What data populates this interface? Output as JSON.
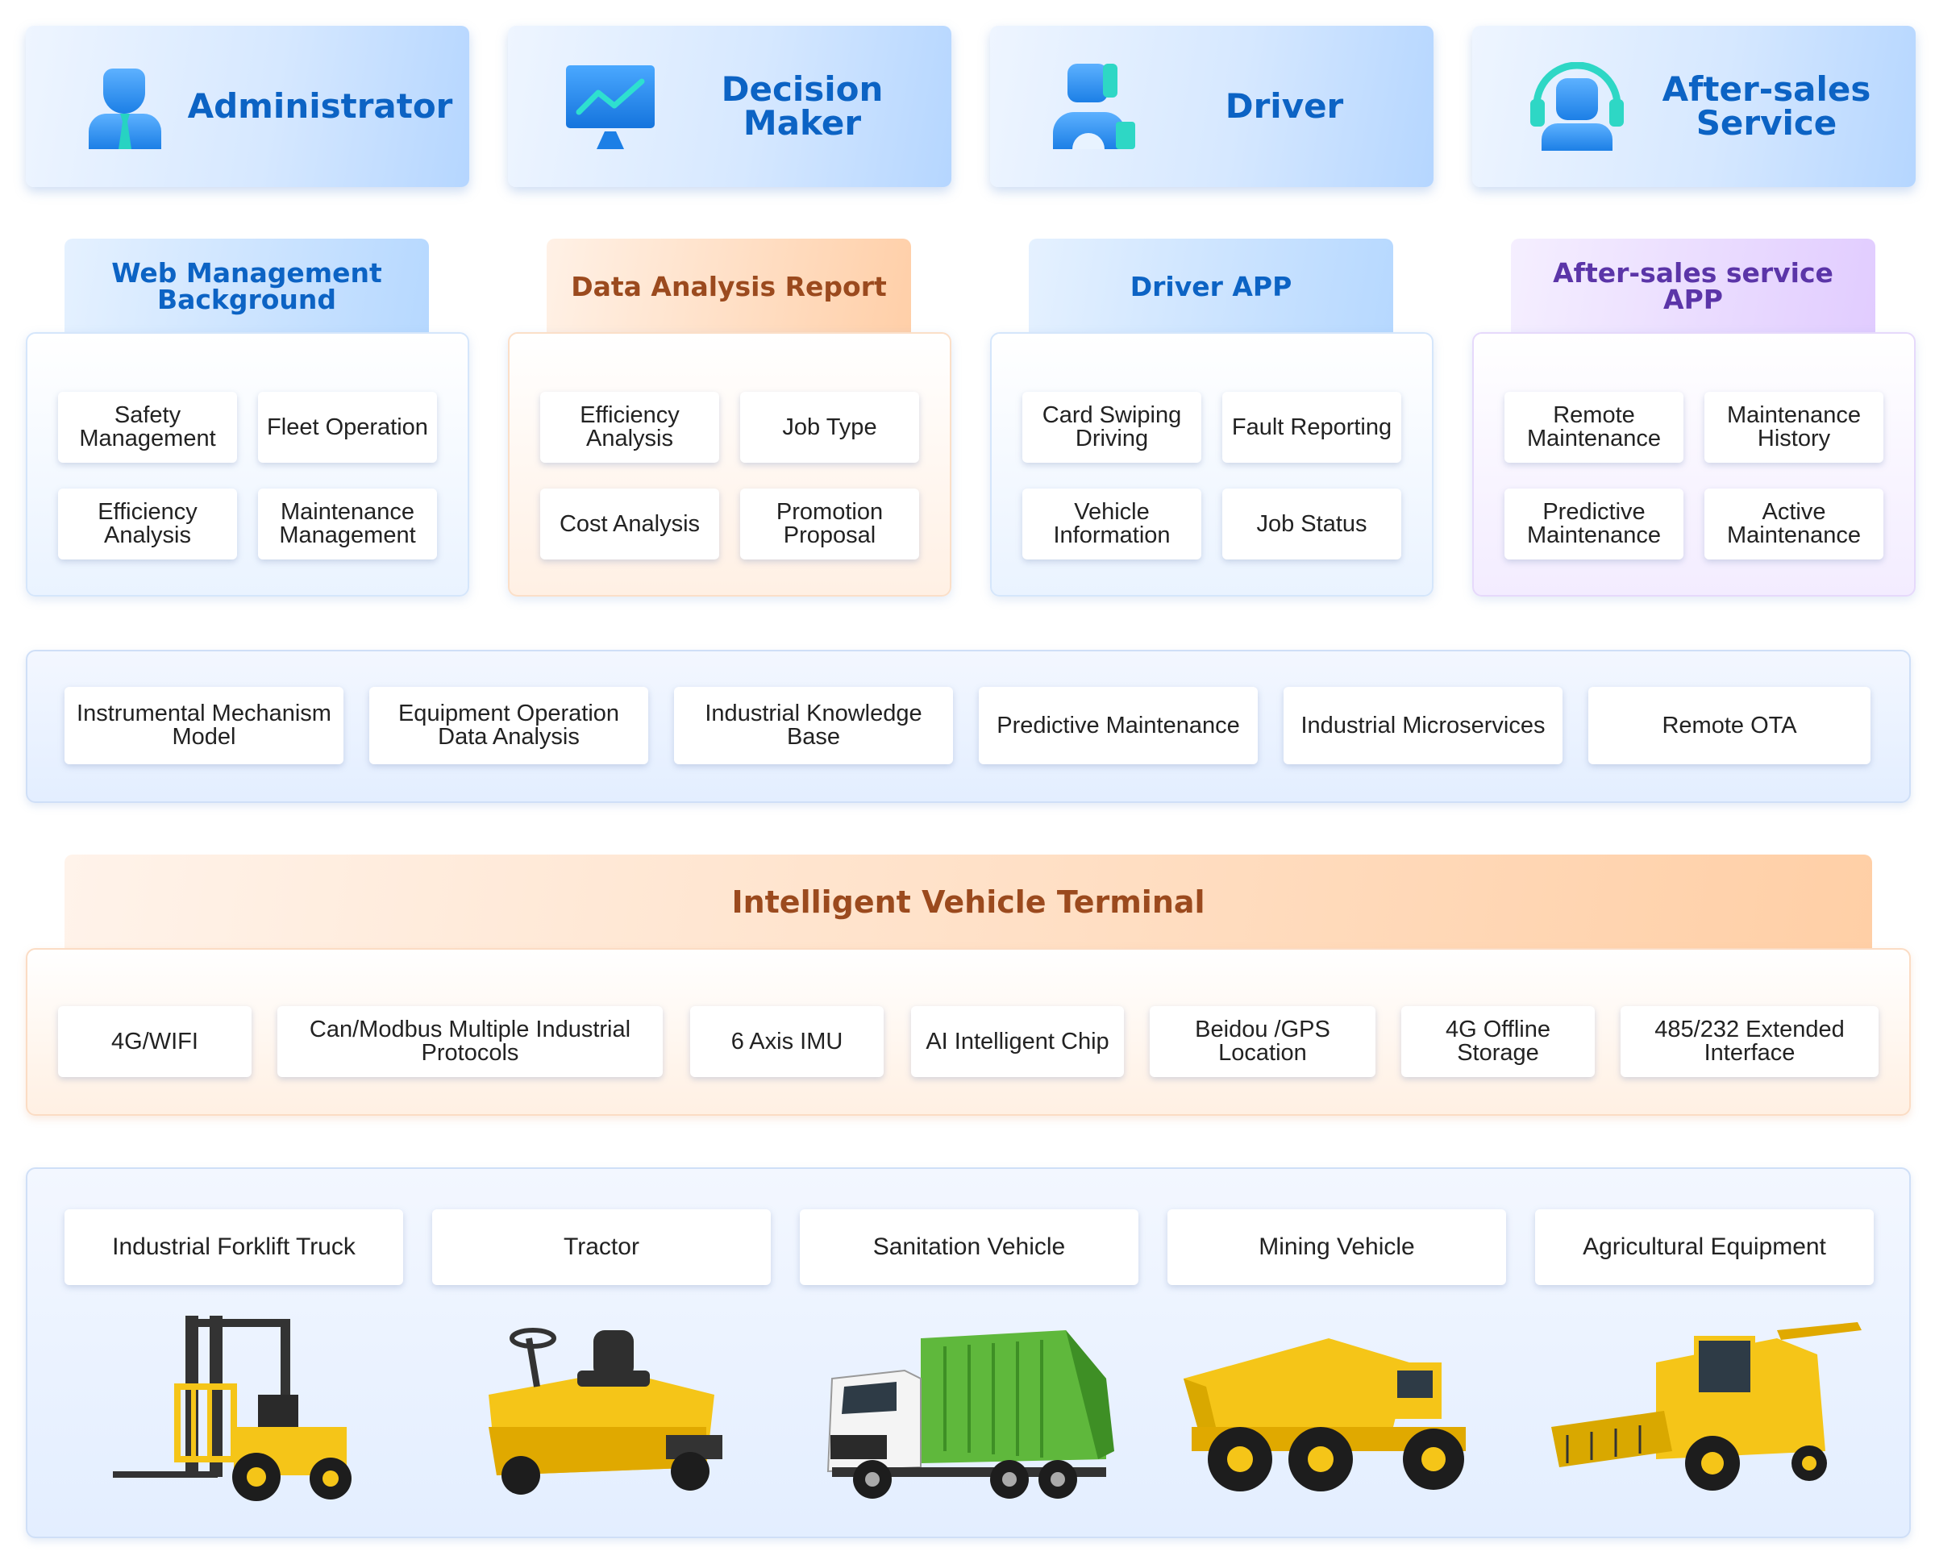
{
  "roles": [
    {
      "label": "Administrator",
      "icon": "administrator-icon"
    },
    {
      "label": "Decision Maker",
      "icon": "monitor-chart-icon"
    },
    {
      "label": "Driver",
      "icon": "driver-icon"
    },
    {
      "label": "After-sales Service",
      "icon": "headset-support-icon"
    }
  ],
  "apps": [
    {
      "title": "Web Management Background",
      "items": [
        "Safety Management",
        "Fleet Operation",
        "Efficiency Analysis",
        "Maintenance Management"
      ]
    },
    {
      "title": "Data Analysis Report",
      "items": [
        "Efficiency Analysis",
        "Job Type",
        "Cost Analysis",
        "Promotion Proposal"
      ]
    },
    {
      "title": "Driver APP",
      "items": [
        "Card Swiping Driving",
        "Fault Reporting",
        "Vehicle Information",
        "Job Status"
      ]
    },
    {
      "title": "After-sales service APP",
      "items": [
        "Remote Maintenance",
        "Maintenance History",
        "Predictive Maintenance",
        "Active Maintenance"
      ]
    }
  ],
  "platform": [
    "Instrumental Mechanism Model",
    "Equipment Operation Data Analysis",
    "Industrial Knowledge Base",
    "Predictive Maintenance",
    "Industrial Microservices",
    "Remote OTA"
  ],
  "terminal": {
    "title": "Intelligent Vehicle Terminal",
    "items": [
      "4G/WIFI",
      "Can/Modbus Multiple Industrial Protocols",
      "6 Axis IMU",
      "AI Intelligent Chip",
      "Beidou /GPS Location",
      "4G Offline Storage",
      "485/232 Extended Interface"
    ]
  },
  "vehicles": [
    {
      "label": "Industrial Forklift Truck",
      "icon": "forklift-image"
    },
    {
      "label": "Tractor",
      "icon": "tractor-image"
    },
    {
      "label": "Sanitation Vehicle",
      "icon": "garbage-truck-image"
    },
    {
      "label": "Mining Vehicle",
      "icon": "dump-truck-image"
    },
    {
      "label": "Agricultural Equipment",
      "icon": "combine-harvester-image"
    }
  ],
  "colors": {
    "primary_blue": "#0c63c4",
    "orange_text": "#9b4a1e",
    "purple_text": "#5b35a8",
    "vehicle_yellow": "#f5c518",
    "truck_green": "#5fb83c"
  }
}
